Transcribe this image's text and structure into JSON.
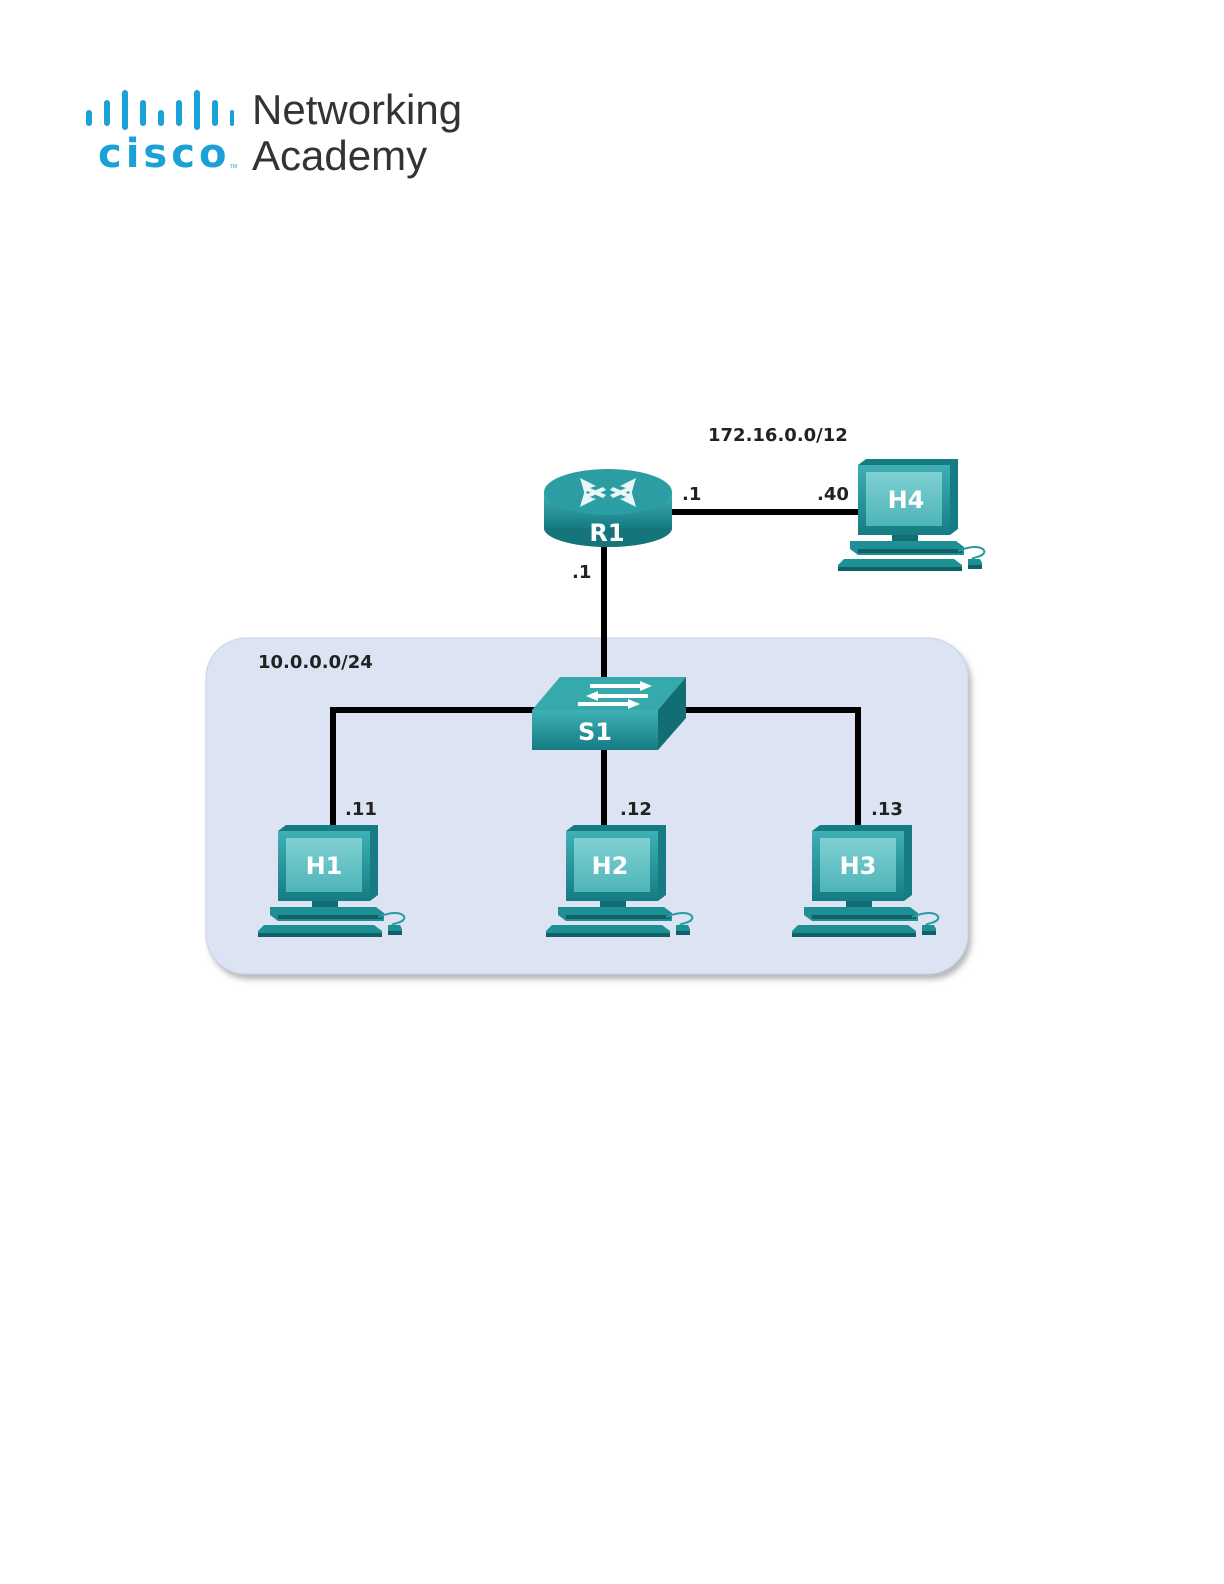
{
  "logo": {
    "brand": "cisco",
    "line1": "Networking",
    "line2": "Academy",
    "color": "#1ba0d7"
  },
  "topology": {
    "networks": {
      "wan": "172.16.0.0/12",
      "lan": "10.0.0.0/24"
    },
    "devices": {
      "router": "R1",
      "switch": "S1",
      "host1": "H1",
      "host2": "H2",
      "host3": "H3",
      "host4": "H4"
    },
    "addresses": {
      "r1_wan": ".1",
      "h4": ".40",
      "r1_lan": ".1",
      "h1": ".11",
      "h2": ".12",
      "h3": ".13"
    },
    "colors": {
      "device": "#1e8f94",
      "lan_area": "#dce4f3",
      "link": "#000000"
    }
  }
}
